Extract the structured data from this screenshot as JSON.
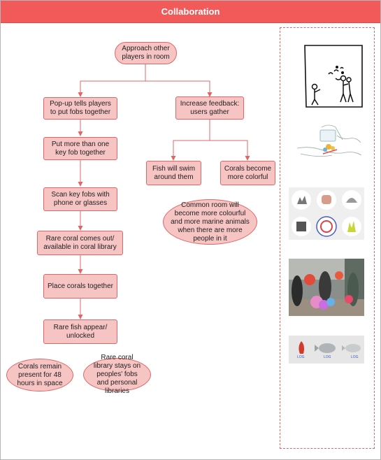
{
  "header": {
    "title": "Collaboration"
  },
  "nodes": {
    "approach": "Approach other players in room",
    "popup": "Pop-up tells players to put fobs together",
    "put_more": "Put more than one key fob together",
    "scan": "Scan key fobs with phone or glasses",
    "rare_coral": "Rare coral comes out/ available in coral library",
    "place": "Place corals together",
    "rare_fish": "Rare fish appear/ unlocked",
    "corals_remain": "Corals remain present for 48 hours in space",
    "rare_coral_library": "Rare coral library stays on peoples' fobs and personal libraries",
    "increase": "Increase feedback: users gather",
    "fish_swim": "Fish will swim around them",
    "corals_colorful": "Corals become more colorful",
    "common_room": "Common room will become more colourful and more marine animals when there are more people in it"
  },
  "colors": {
    "accent": "#f25a5a",
    "node_fill": "#f7c4c4",
    "node_stroke": "#e06666",
    "edge": "#e06666"
  },
  "images": [
    {
      "name": "sketch-players-image"
    },
    {
      "name": "sketch-hands-fobs-image"
    },
    {
      "name": "coral-library-grid-image"
    },
    {
      "name": "photo-people-corals-image"
    },
    {
      "name": "fish-library-image",
      "labels": [
        "LOG",
        "LOG",
        "LOG"
      ]
    }
  ]
}
